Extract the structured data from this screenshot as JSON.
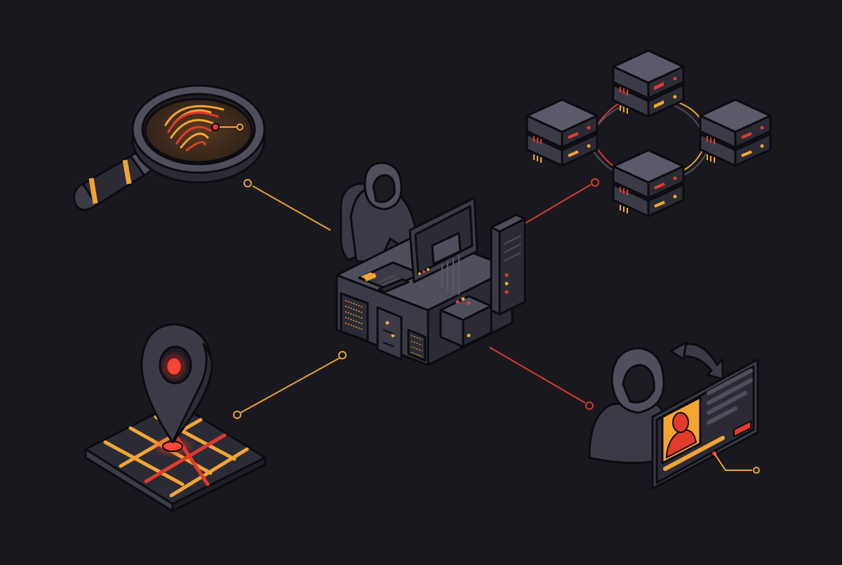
{
  "palette": {
    "background": "#19181e",
    "outline": "#0c0b10",
    "body_light": "#4e4e5c",
    "body_mid": "#3b3b47",
    "body_dark": "#2b2b35",
    "orange": "#f2a533",
    "red": "#e23a2c",
    "red_glow": "#ff4a3a",
    "line_orange": "#e8a232",
    "line_red": "#d8392c"
  },
  "nodes": [
    {
      "id": "hacker-workstation",
      "icon": "hooded-hacker-at-workstation-icon"
    },
    {
      "id": "fingerprint-magnifier",
      "icon": "magnifying-glass-fingerprint-icon"
    },
    {
      "id": "server-network",
      "icon": "server-network-icon"
    },
    {
      "id": "location-map",
      "icon": "map-pin-location-icon"
    },
    {
      "id": "identity-swap",
      "icon": "identity-theft-id-card-icon"
    }
  ],
  "connectors": [
    {
      "id": "connector-to-fingerprint",
      "color": "orange"
    },
    {
      "id": "connector-to-servers",
      "color": "red"
    },
    {
      "id": "connector-to-map",
      "color": "orange"
    },
    {
      "id": "connector-to-identity",
      "color": "red"
    }
  ]
}
